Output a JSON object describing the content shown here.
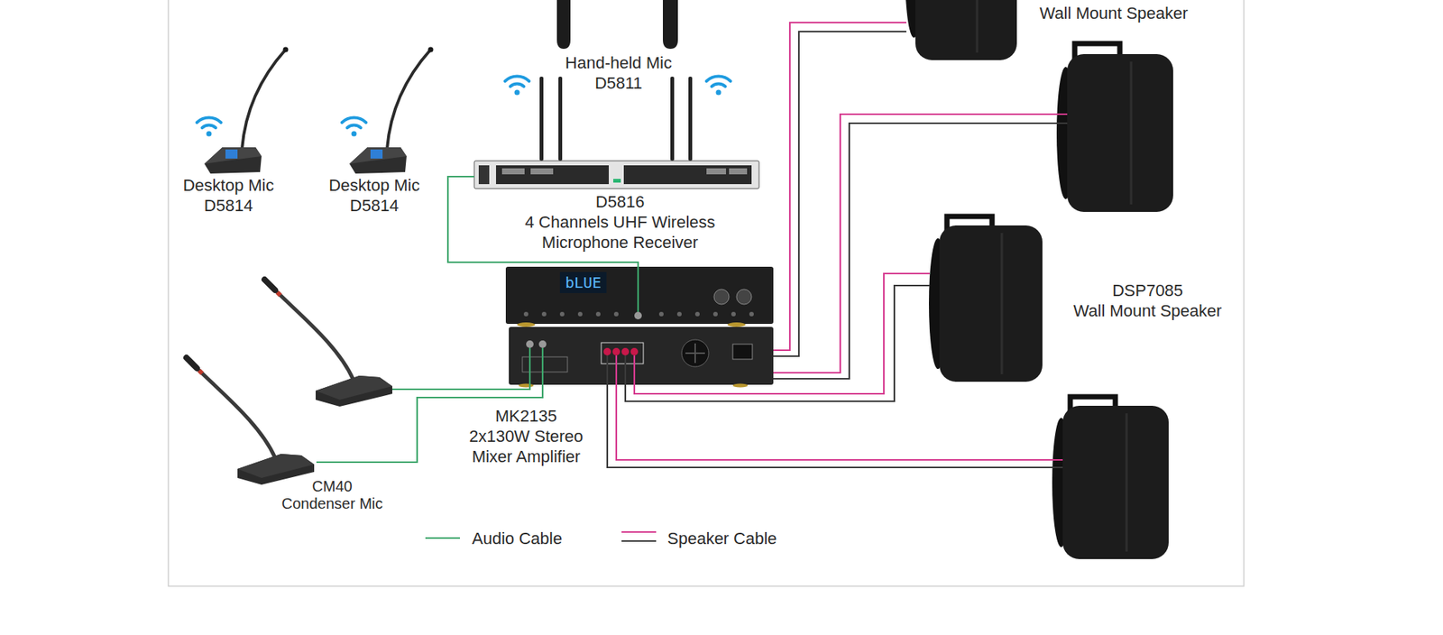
{
  "diagram": {
    "nodes": [
      {
        "text": [
          "Hand-held Mic",
          "D5811"
        ]
      },
      {
        "text": [
          "Wall Mount Speaker"
        ]
      },
      {
        "text": [
          "Desktop Mic",
          "D5814"
        ]
      },
      {
        "text": [
          "Desktop Mic",
          "D5814"
        ]
      },
      {
        "text": [
          "D5816",
          "4 Channels UHF Wireless Microphone Receiver"
        ]
      },
      {
        "text": [
          "DSP7085",
          "Wall Mount Speaker"
        ]
      },
      {
        "text": [
          "MK2135",
          "2x130W Stereo Mixer Amplifier"
        ]
      },
      {
        "text": [
          "CM40",
          "Condenser Mic"
        ]
      }
    ],
    "edges": [
      {
        "from": 4,
        "to": 6,
        "arrow": "none"
      },
      {
        "from": 7,
        "to": 6,
        "arrow": "none"
      },
      {
        "from": 6,
        "to": 1,
        "arrow": "none"
      },
      {
        "from": 6,
        "to": 5,
        "arrow": "none"
      }
    ],
    "labels": [
      "bLUE"
    ],
    "legend": [
      {
        "text": "Audio Cable"
      },
      {
        "text": "Speaker Cable"
      }
    ]
  }
}
